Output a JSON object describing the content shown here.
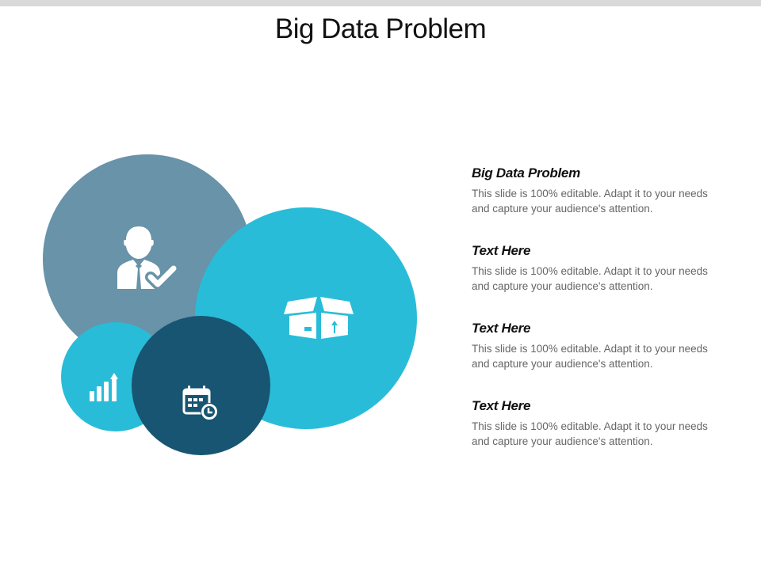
{
  "slide": {
    "title": "Big Data Problem"
  },
  "diagram": {
    "circles": [
      {
        "name": "gray-circle",
        "color": "#6893a8",
        "icon": "businessman-check-icon"
      },
      {
        "name": "large-cyan-circle",
        "color": "#29bcd8",
        "icon": "open-box-icon"
      },
      {
        "name": "small-cyan-circle",
        "color": "#29bcd8",
        "icon": "growth-bar-chart-icon"
      },
      {
        "name": "navy-circle",
        "color": "#175572",
        "icon": "calendar-clock-icon"
      }
    ]
  },
  "items": [
    {
      "heading": "Big Data Problem",
      "body": "This slide is 100% editable. Adapt it to your needs and capture your audience's attention."
    },
    {
      "heading": "Text Here",
      "body": "This slide is 100% editable. Adapt it to your needs and capture your audience's attention."
    },
    {
      "heading": "Text Here",
      "body": "This slide is 100% editable. Adapt it to your needs and capture your audience's attention."
    },
    {
      "heading": "Text Here",
      "body": "This slide is 100% editable. Adapt it to your needs and capture your audience's attention."
    }
  ]
}
